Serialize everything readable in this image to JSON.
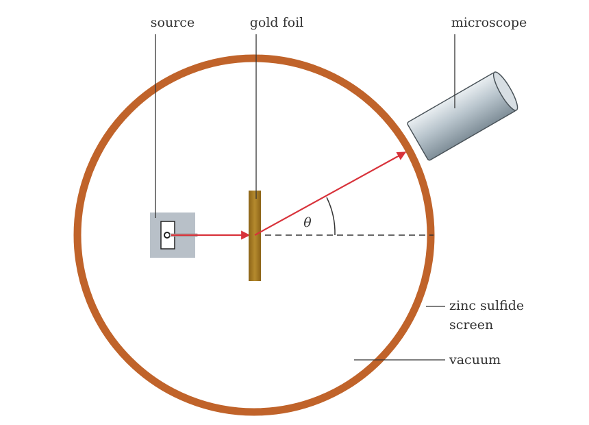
{
  "labels": {
    "source": "source",
    "gold_foil": "gold foil",
    "microscope": "microscope",
    "zinc_sulfide_line1": "zinc sulfide",
    "zinc_sulfide_line2": "screen",
    "vacuum": "vacuum",
    "theta": "θ"
  },
  "colors": {
    "screen_ring": "#c0632a",
    "foil": "#a57a26",
    "beam": "#d8323a",
    "source_box": "#b8c0c8",
    "microscope_body": "#b9c5cd",
    "leader_lines": "#333333"
  }
}
